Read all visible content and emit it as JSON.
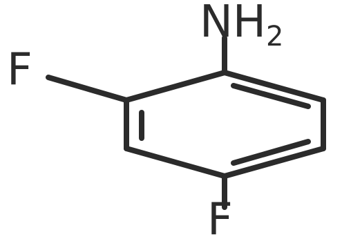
{
  "structure": {
    "labels": {
      "amine_main": "NH",
      "amine_sub": "2",
      "fluorine_top": "F",
      "fluorine_bottom": "F"
    },
    "colors": {
      "ink": "#2b2b2b",
      "background": "#ffffff"
    }
  }
}
